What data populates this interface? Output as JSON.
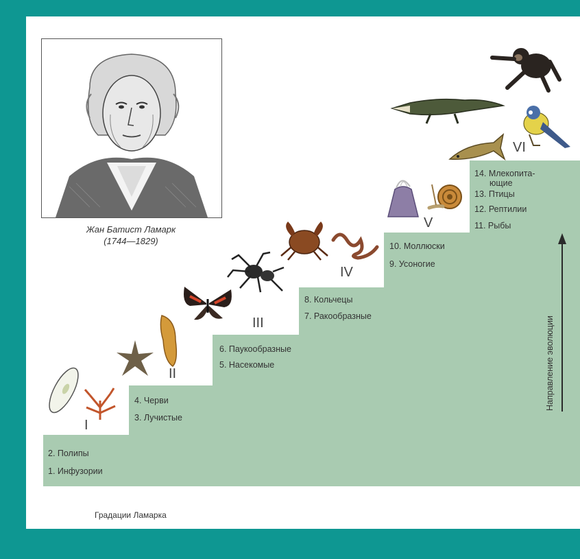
{
  "portrait": {
    "caption_name": "Жан Батист Ламарк",
    "caption_years": "(1744—1829)"
  },
  "steps": [
    {
      "roman": "I",
      "labels": [
        "2. Полипы",
        "1. Инфузории"
      ]
    },
    {
      "roman": "II",
      "labels": [
        "4. Черви",
        "3. Лучистые"
      ]
    },
    {
      "roman": "III",
      "labels": [
        "6. Паукообразные",
        "5. Насекомые"
      ]
    },
    {
      "roman": "IV",
      "labels": [
        "8. Кольчецы",
        "7. Ракообразные"
      ]
    },
    {
      "roman": "V",
      "labels": [
        "10. Моллюски",
        "9. Усоногие"
      ]
    },
    {
      "roman": "VI",
      "labels": [
        "14. Млекопита-",
        "ющие",
        "13. Птицы",
        "12. Рептилии",
        "11. Рыбы"
      ]
    }
  ],
  "axis_label": "Направление эволюции",
  "figure_caption": "Градации Ламарка",
  "colors": {
    "teal_frame": "#0e9792",
    "step_fill": "#a9cbb1"
  }
}
